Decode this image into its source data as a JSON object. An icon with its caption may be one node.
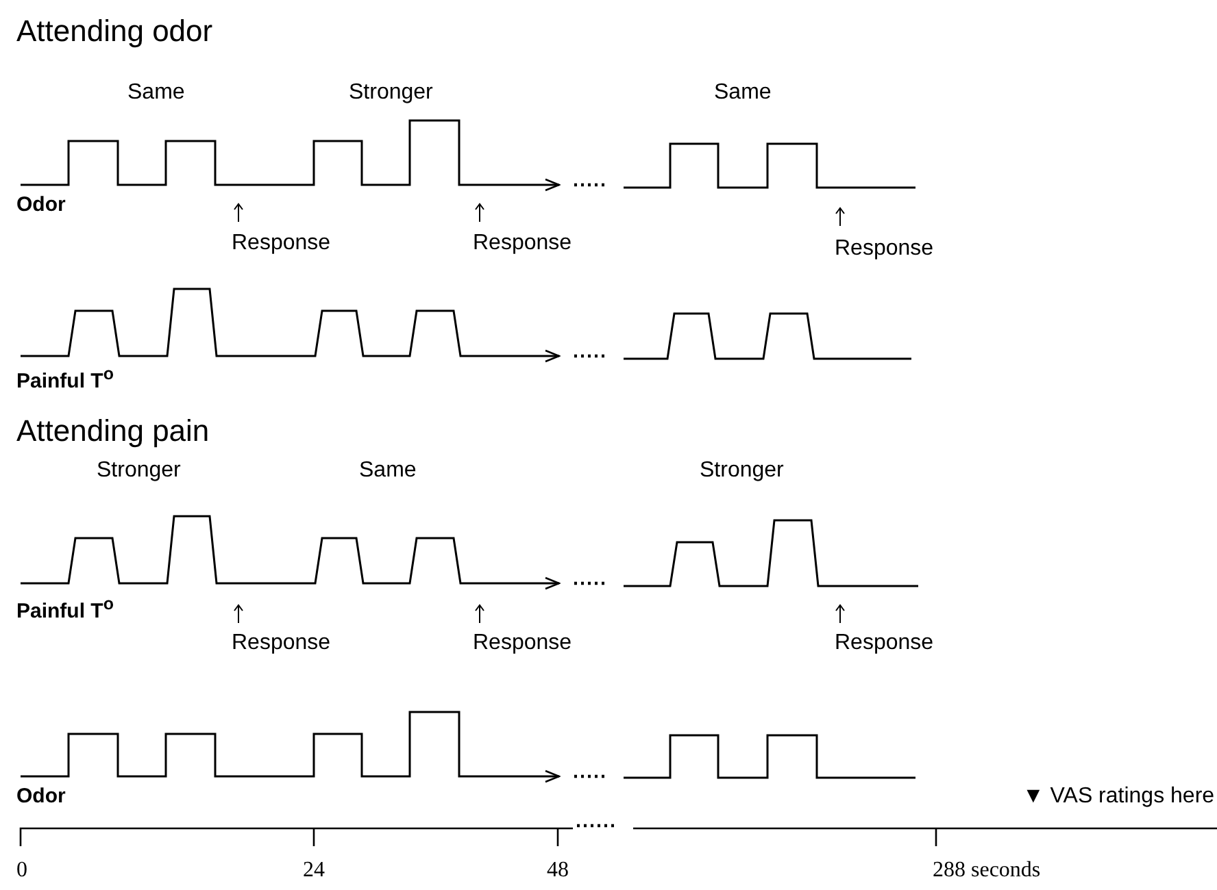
{
  "diagram": {
    "labels": [
      "Attending odor",
      "Same",
      "Stronger",
      "Same",
      "Odor",
      "Response",
      "Response",
      "Response",
      "Painful T$^{o}$",
      "Attending pain",
      "Stronger",
      "Same",
      "Stronger",
      "Painful T$^{o}$",
      "Response",
      "Response",
      "Response",
      "Odor",
      "▼ VAS ratings here",
      "0",
      "24",
      "48",
      "288 seconds"
    ]
  }
}
